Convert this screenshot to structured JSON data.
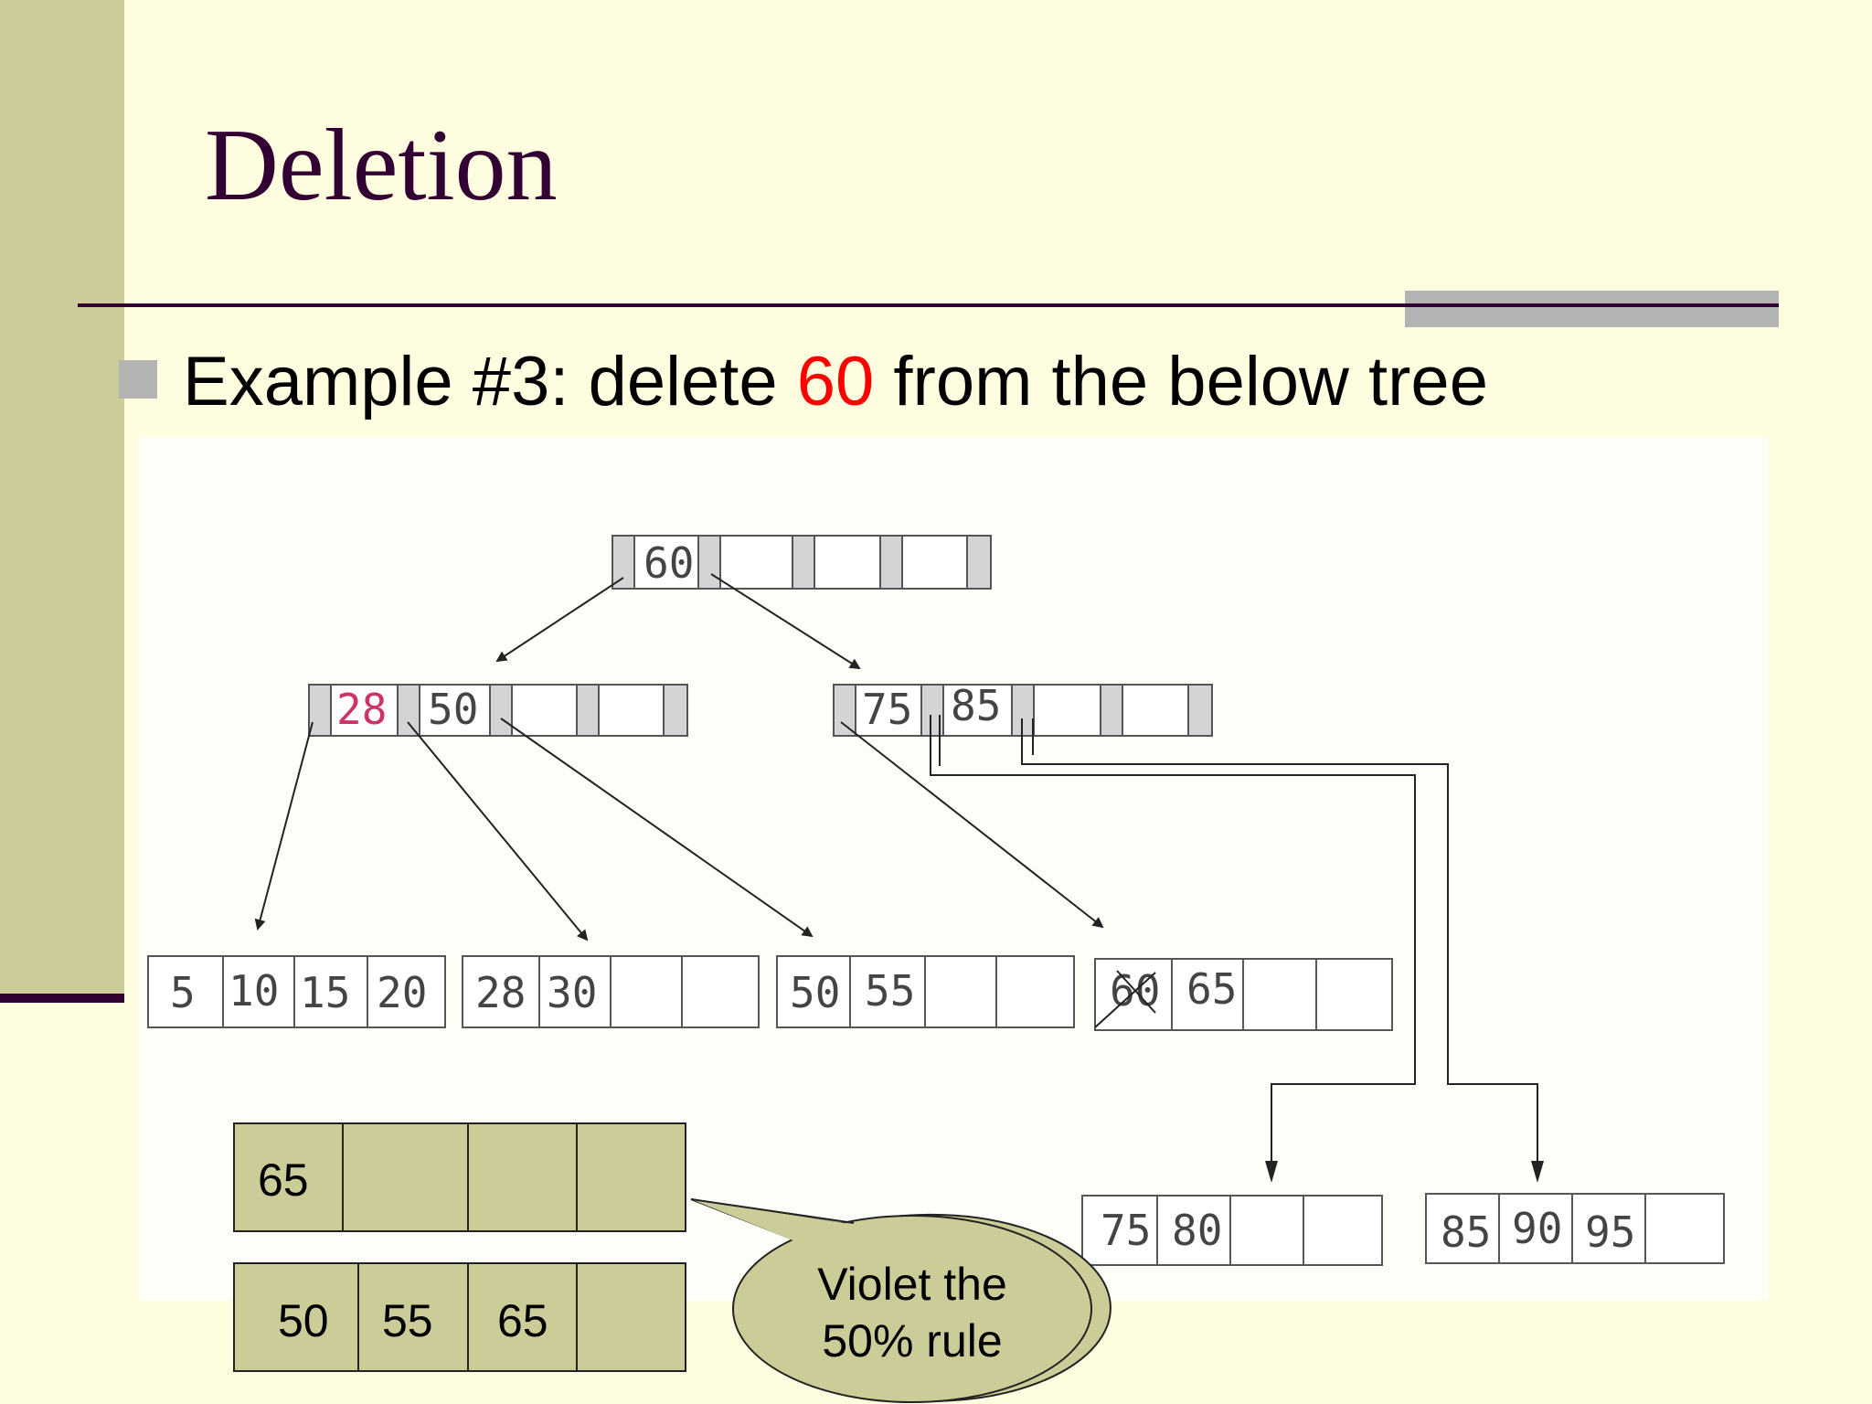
{
  "slide": {
    "title": "Deletion",
    "bullet": {
      "prefix": "Example #3: delete ",
      "highlight": "60",
      "suffix": " from the below tree"
    }
  },
  "tree": {
    "root": [
      "60"
    ],
    "level1": {
      "left": [
        "28",
        "50"
      ],
      "right": [
        "75",
        "85"
      ]
    },
    "leaves": [
      [
        "5",
        "10",
        "15",
        "20"
      ],
      [
        "28",
        "30"
      ],
      [
        "50",
        "55"
      ],
      [
        "60",
        "65"
      ],
      [
        "75",
        "80"
      ],
      [
        "85",
        "90",
        "95"
      ]
    ],
    "deleted_key": "60",
    "highlighted_key": "28"
  },
  "result_nodes": [
    [
      "65"
    ],
    [
      "50",
      "55",
      "65"
    ]
  ],
  "callout": {
    "line1": "Violet the",
    "line2": "50% rule"
  },
  "colors": {
    "background": "#fffde0",
    "sidebar": "#cccc99",
    "title": "#330033",
    "highlight": "#ff0000",
    "node_fill": "#cccc99",
    "pointer_slot": "#d4d4d4",
    "pink_key": "#cc3366"
  }
}
